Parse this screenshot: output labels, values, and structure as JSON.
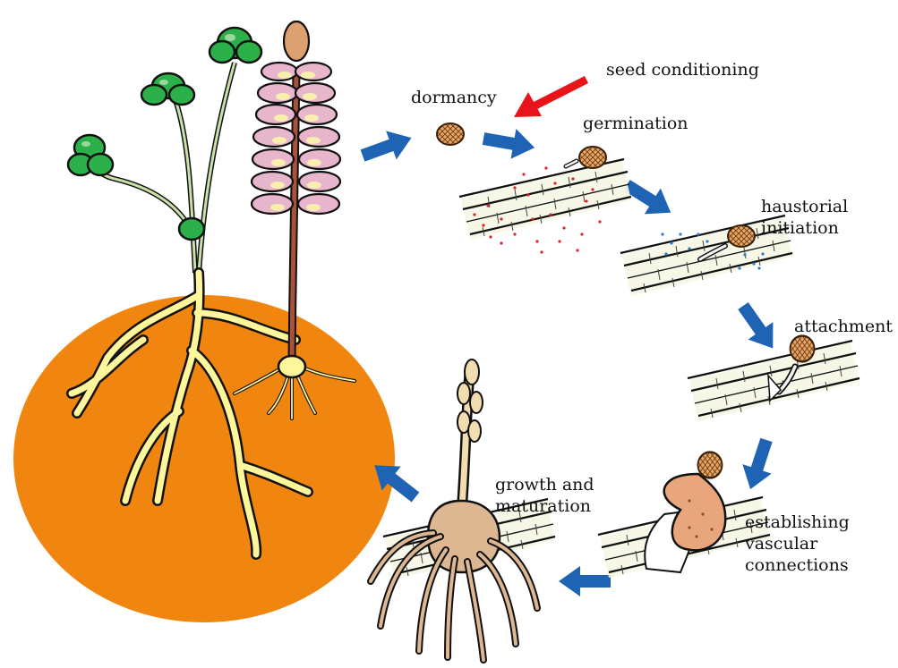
{
  "diagram": {
    "stages": {
      "dormancy": "dormancy",
      "seed_conditioning": "seed conditioning",
      "germination": "germination",
      "haustorial_initiation": [
        "haustorial",
        "initiation"
      ],
      "attachment": "attachment",
      "establishing_vascular_connections": [
        "establishing",
        "vascular",
        "connections"
      ],
      "growth_and_maturation": [
        "growth and",
        "maturation"
      ]
    },
    "colors": {
      "soil": "#f0850f",
      "root": "#fdf69a",
      "arrow_blue": "#1f63b5",
      "arrow_red": "#e8141a",
      "leaf_green": "#2bb04a",
      "host_tissue": "#f7f7e8",
      "seed": "#d9955a",
      "parasite_body": "#e9a57c",
      "spike_flower": "#e8b6cc"
    },
    "icons": [
      "host-plant-icon",
      "parasite-spike-icon",
      "seed-icon",
      "arrow-icon"
    ]
  }
}
